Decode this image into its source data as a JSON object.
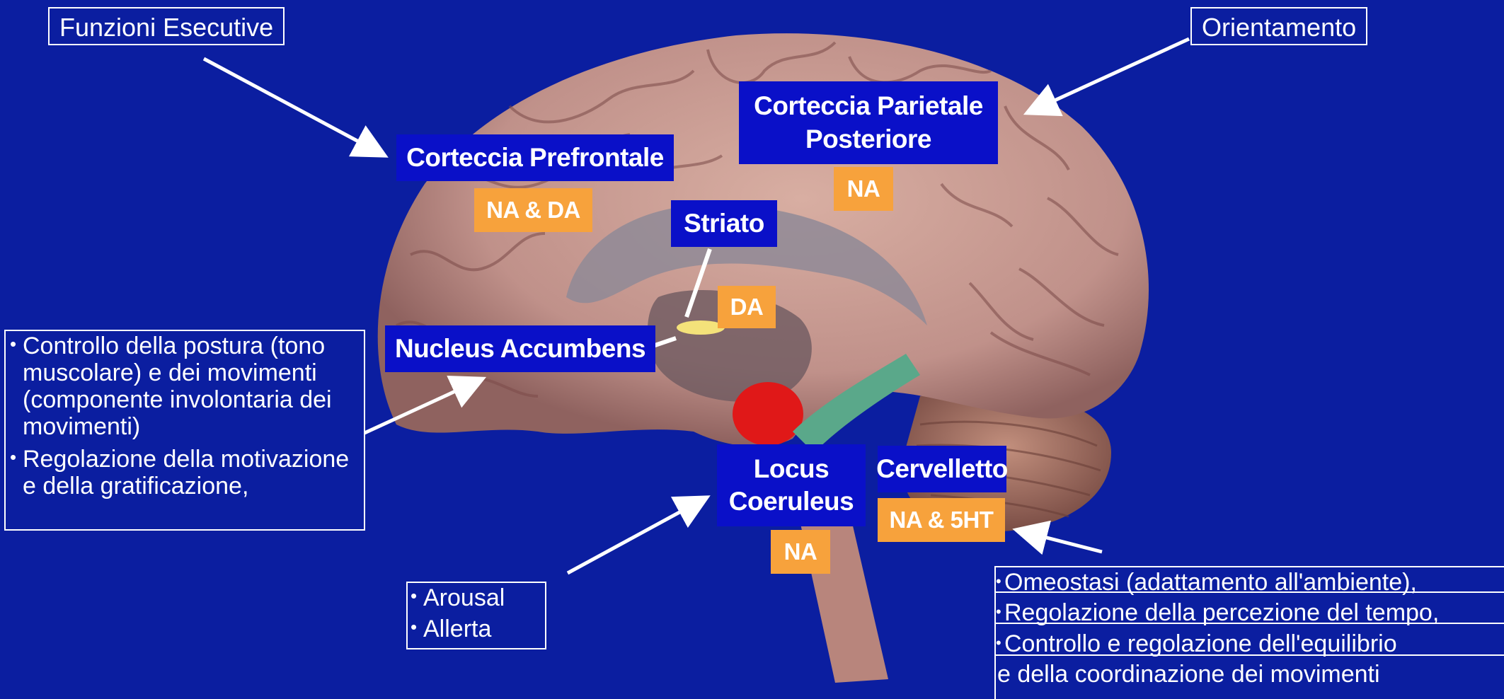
{
  "titles": {
    "executive": "Funzioni Esecutive",
    "orientation": "Orientamento"
  },
  "regions": {
    "prefrontal": "Corteccia Prefrontale",
    "parietal_line1": "Corteccia Parietale",
    "parietal_line2": "Posteriore",
    "striatum": "Striato",
    "accumbens": "Nucleus Accumbens",
    "locus_line1": "Locus",
    "locus_line2": "Coeruleus",
    "cerebellum": "Cervelletto"
  },
  "neurotransmitters": {
    "prefrontal": "NA & DA",
    "parietal": "NA",
    "striatum": "DA",
    "locus": "NA",
    "cerebellum": "NA & 5HT"
  },
  "descriptions": {
    "motor": [
      "Controllo della postura (tono muscolare) e dei movimenti (componente involontaria dei movimenti)",
      "Regolazione della motivazione e della gratificazione,"
    ],
    "arousal": [
      "Arousal",
      "Allerta"
    ],
    "cerebellum": [
      "Omeostasi (adattamento all'ambiente),",
      "Regolazione della percezione del tempo,",
      "Controllo e regolazione dell'equilibrio",
      "e della coordinazione dei movimenti"
    ]
  },
  "colors": {
    "background": "#0b1ea0",
    "label_fill": "#0a10c8",
    "tag_fill": "#f7a23c",
    "brain_tissue": "#c99a8e",
    "locus_red": "#e01818",
    "brainstem_green": "#5aa88a"
  }
}
